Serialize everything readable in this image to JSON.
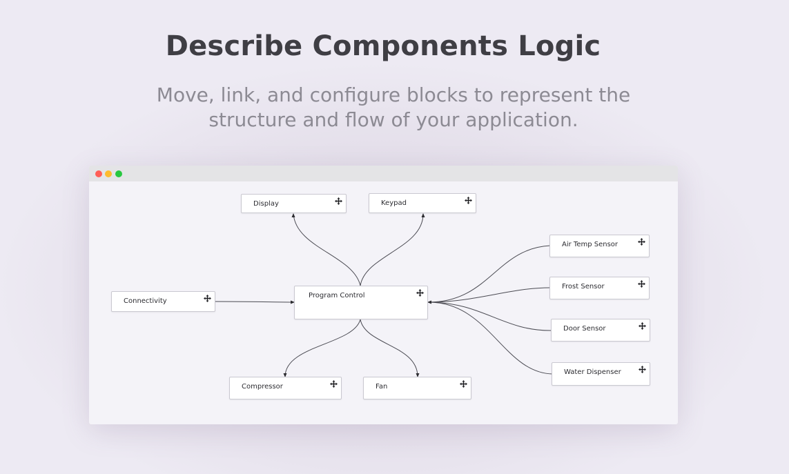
{
  "hero": {
    "title": "Describe Components Logic",
    "subtitle_line1": "Move, link, and configure blocks to represent the",
    "subtitle_line2": "structure and flow of your application."
  },
  "window": {
    "controls": [
      "close",
      "minimize",
      "maximize"
    ]
  },
  "diagram": {
    "nodes": [
      {
        "id": "display",
        "label": "Display"
      },
      {
        "id": "keypad",
        "label": "Keypad"
      },
      {
        "id": "air-temp-sensor",
        "label": "Air Temp Sensor"
      },
      {
        "id": "frost-sensor",
        "label": "Frost Sensor"
      },
      {
        "id": "connectivity",
        "label": "Connectivity"
      },
      {
        "id": "program-control",
        "label": "Program Control"
      },
      {
        "id": "door-sensor",
        "label": "Door Sensor"
      },
      {
        "id": "water-dispenser",
        "label": "Water Dispenser"
      },
      {
        "id": "compressor",
        "label": "Compressor"
      },
      {
        "id": "fan",
        "label": "Fan"
      }
    ],
    "edges": [
      {
        "from": "program-control",
        "to": "display"
      },
      {
        "from": "program-control",
        "to": "keypad"
      },
      {
        "from": "connectivity",
        "to": "program-control"
      },
      {
        "from": "air-temp-sensor",
        "to": "program-control"
      },
      {
        "from": "frost-sensor",
        "to": "program-control"
      },
      {
        "from": "door-sensor",
        "to": "program-control"
      },
      {
        "from": "water-dispenser",
        "to": "program-control"
      },
      {
        "from": "program-control",
        "to": "compressor"
      },
      {
        "from": "program-control",
        "to": "fan"
      }
    ],
    "node_icon": "move-icon"
  }
}
